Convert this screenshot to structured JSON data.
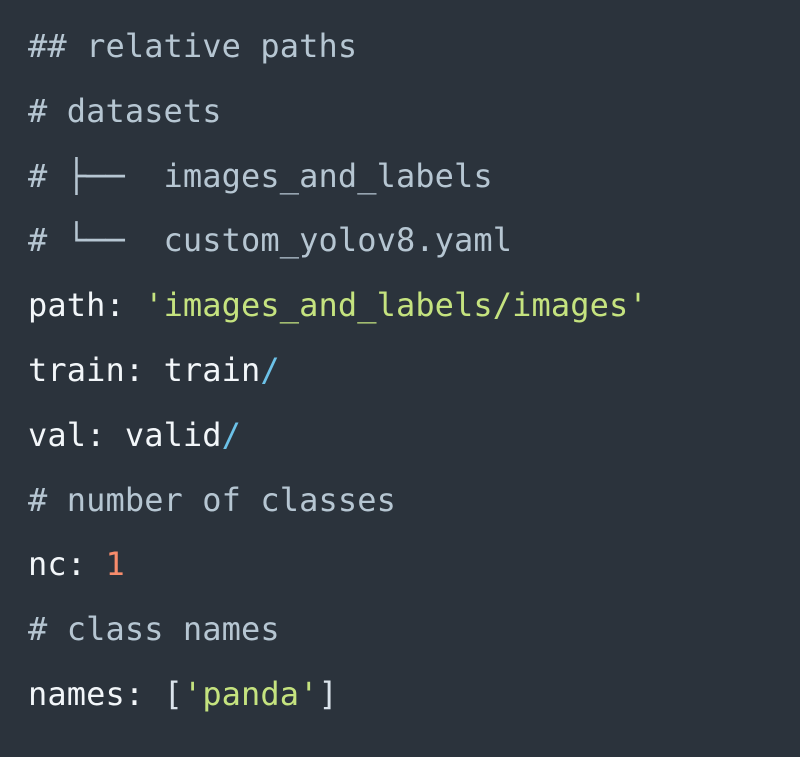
{
  "editor": {
    "language": "yaml",
    "background_color": "#2b333c",
    "colors": {
      "comment": "#b6c6d2",
      "key": "#f2f6f9",
      "string": "#c5e37f",
      "number": "#f78c6c",
      "operator": "#6cc2e8",
      "punctuation": "#dbe4ec",
      "plain": "#f2f6f9"
    }
  },
  "lines": [
    {
      "id": "line-comment-relative-paths",
      "tokens": [
        {
          "type": "comment",
          "text": "## relative paths"
        }
      ]
    },
    {
      "id": "line-comment-datasets",
      "tokens": [
        {
          "type": "comment",
          "text": "# datasets"
        }
      ]
    },
    {
      "id": "line-comment-tree-images-and-labels",
      "tokens": [
        {
          "type": "comment",
          "text": "# ├──  images_and_labels"
        }
      ]
    },
    {
      "id": "line-comment-tree-custom-yolov8-yaml",
      "tokens": [
        {
          "type": "comment",
          "text": "# └──  custom_yolov8.yaml"
        }
      ]
    },
    {
      "id": "line-path",
      "tokens": [
        {
          "type": "key",
          "text": "path:"
        },
        {
          "type": "plain",
          "text": " "
        },
        {
          "type": "string",
          "text": "'images_and_labels/images'"
        }
      ]
    },
    {
      "id": "line-train",
      "tokens": [
        {
          "type": "key",
          "text": "train:"
        },
        {
          "type": "plain",
          "text": " train"
        },
        {
          "type": "operator",
          "text": "/"
        }
      ]
    },
    {
      "id": "line-val",
      "tokens": [
        {
          "type": "key",
          "text": "val:"
        },
        {
          "type": "plain",
          "text": " valid"
        },
        {
          "type": "operator",
          "text": "/"
        }
      ]
    },
    {
      "id": "line-comment-number-of-classes",
      "tokens": [
        {
          "type": "comment",
          "text": "# number of classes"
        }
      ]
    },
    {
      "id": "line-nc",
      "tokens": [
        {
          "type": "key",
          "text": "nc:"
        },
        {
          "type": "plain",
          "text": " "
        },
        {
          "type": "number",
          "text": "1"
        }
      ]
    },
    {
      "id": "line-comment-class-names",
      "tokens": [
        {
          "type": "comment",
          "text": "# class names"
        }
      ]
    },
    {
      "id": "line-names",
      "tokens": [
        {
          "type": "key",
          "text": "names:"
        },
        {
          "type": "plain",
          "text": " "
        },
        {
          "type": "punct",
          "text": "["
        },
        {
          "type": "string",
          "text": "'panda'"
        },
        {
          "type": "punct",
          "text": "]"
        }
      ]
    }
  ]
}
